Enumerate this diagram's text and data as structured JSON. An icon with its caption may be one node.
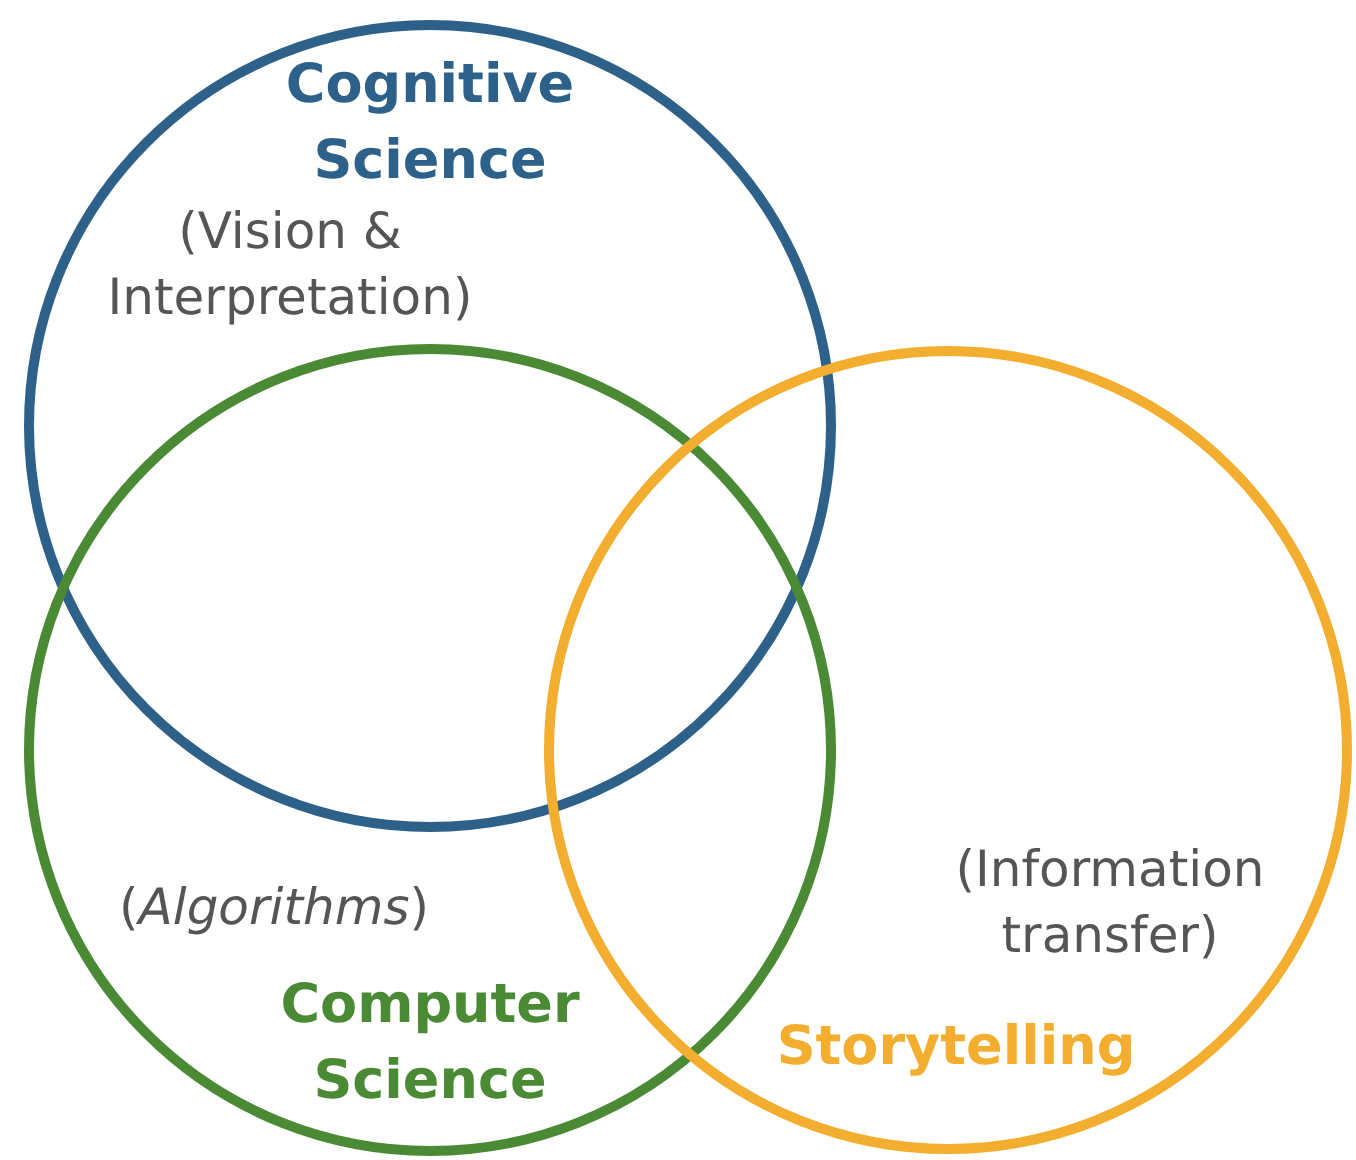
{
  "diagram": {
    "nodes": [
      {
        "text": [
          "Cognitive Science",
          "(Vision & Interpretation)"
        ]
      },
      {
        "text": [
          "(*Algorithms*)",
          "Computer Science"
        ]
      },
      {
        "text": [
          "(Information transfer)",
          "Storytelling"
        ]
      }
    ]
  }
}
